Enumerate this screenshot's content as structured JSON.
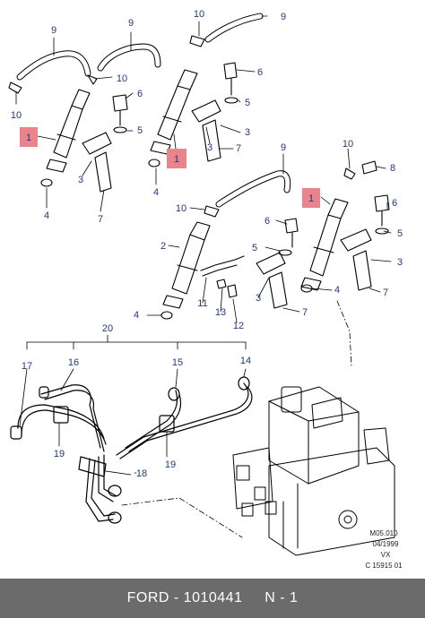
{
  "callouts": {
    "c1a": "1",
    "c1b": "1",
    "c1c": "1",
    "c2": "2",
    "c3a": "3",
    "c3b": "3",
    "c3c": "3",
    "c3d": "3",
    "c4a": "4",
    "c4b": "4",
    "c4c": "4",
    "c4d": "4",
    "c5a": "5",
    "c5b": "5",
    "c5c": "5",
    "c5d": "5",
    "c6a": "6",
    "c6b": "6",
    "c6c": "6",
    "c6d": "6",
    "c7a": "7",
    "c7b": "7",
    "c7c": "7",
    "c7d": "7",
    "c8": "8",
    "c9a": "9",
    "c9b": "9",
    "c9c": "9",
    "c9d": "9",
    "c10a": "10",
    "c10b": "10",
    "c10c": "10",
    "c10d": "10",
    "c10e": "10",
    "c11": "11",
    "c12": "12",
    "c13": "13",
    "c14": "14",
    "c15": "15",
    "c16": "16",
    "c17": "17",
    "c18": "18",
    "c19a": "19",
    "c19b": "19",
    "c20": "20"
  },
  "meta": {
    "line1": "M05.010",
    "line2": "04/1999",
    "line3": "VX",
    "line4": "C 15915 01"
  },
  "footer": {
    "brand": "FORD",
    "sep": " - ",
    "part_number": "1010441",
    "qty": "N - 1"
  },
  "colors": {
    "callout_text": "#1f3a7a",
    "highlight": "#e8848c",
    "footer_bg": "#6b6b6b"
  }
}
